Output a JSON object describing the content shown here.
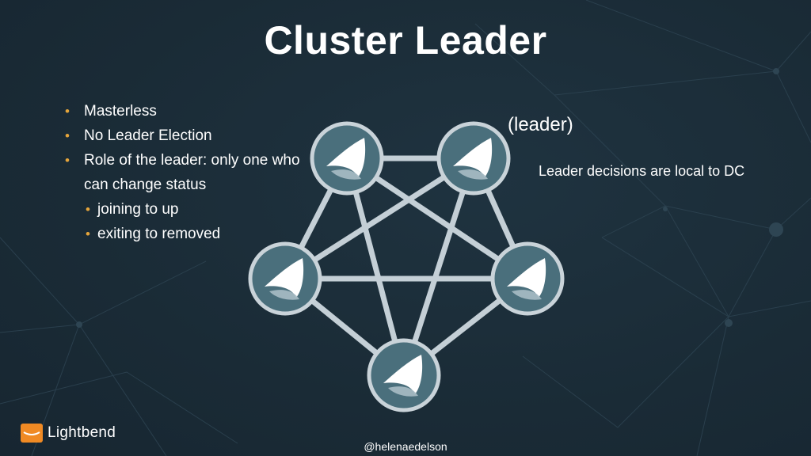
{
  "slide": {
    "title": "Cluster Leader",
    "bullets": [
      {
        "text": "Masterless",
        "level": 1
      },
      {
        "text": "No Leader Election",
        "level": 1
      },
      {
        "text": "Role of the leader: only one who can change status",
        "level": 1
      },
      {
        "text": "joining to up",
        "level": 2
      },
      {
        "text": "exiting to removed",
        "level": 2
      }
    ],
    "leader_label": "(leader)",
    "note": "Leader decisions are local to DC",
    "logo_text": "Lightbend",
    "handle": "@helenaedelson"
  },
  "diagram": {
    "nodes": [
      {
        "id": "top-left",
        "icon": "lightbend-wave-icon"
      },
      {
        "id": "top-right",
        "icon": "lightbend-wave-icon",
        "role": "leader"
      },
      {
        "id": "mid-left",
        "icon": "lightbend-wave-icon"
      },
      {
        "id": "mid-right",
        "icon": "lightbend-wave-icon"
      },
      {
        "id": "bottom",
        "icon": "lightbend-wave-icon"
      }
    ],
    "edges": "fully-connected",
    "colors": {
      "node_fill": "#4a6f7c",
      "node_ring": "#c9d3d9",
      "edge": "#c4cfd6",
      "background": "#1c2d38",
      "bullet": "#e5a53b",
      "logo": "#f08a24"
    }
  }
}
